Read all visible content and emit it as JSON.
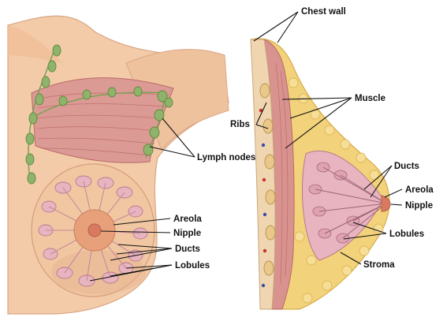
{
  "figure": {
    "left_view_labels": {
      "lymph_nodes": "Lymph nodes",
      "areola": "Areola",
      "nipple": "Nipple",
      "ducts": "Ducts",
      "lobules": "Lobules"
    },
    "right_view_labels": {
      "chest_wall": "Chest wall",
      "muscle": "Muscle",
      "ribs": "Ribs",
      "ducts": "Ducts",
      "areola": "Areola",
      "nipple": "Nipple",
      "lobules": "Lobules",
      "stroma": "Stroma"
    }
  },
  "colors": {
    "background": "#ffffff",
    "skin": "#f3cba8",
    "skin_shadow": "#e6b28e",
    "muscle": "#d9938f",
    "muscle_line": "#b86a68",
    "fat": "#f2d27a",
    "fat_outline": "#d8ad4a",
    "gland": "#e8b4c0",
    "gland_outline": "#b87a8c",
    "lymph": "#8fb36a",
    "lymph_outline": "#5f8a40",
    "areola": "#e8a07a",
    "nipple": "#d97a60",
    "rib": "#e9c88a",
    "vessel_red": "#c8322a",
    "vessel_blue": "#3a4fa8"
  },
  "icons": [
    "lymph-node-icon",
    "lobule-icon",
    "rib-icon"
  ]
}
